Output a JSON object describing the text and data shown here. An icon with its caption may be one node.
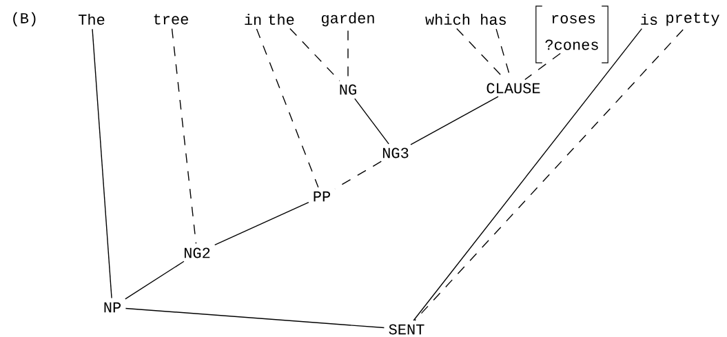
{
  "diagram": {
    "nodes": [
      {
        "text": [
          "The"
        ]
      },
      {
        "text": [
          "tree"
        ]
      },
      {
        "text": [
          "in"
        ]
      },
      {
        "text": [
          "the"
        ]
      },
      {
        "text": [
          "garden"
        ]
      },
      {
        "text": [
          "which"
        ]
      },
      {
        "text": [
          "has"
        ]
      },
      {
        "text": [],
        "shape": "bracket"
      },
      {
        "text": [
          "roses"
        ],
        "in": 7
      },
      {
        "text": [
          "?cones"
        ],
        "in": 7
      },
      {
        "text": [
          "is"
        ]
      },
      {
        "text": [
          "pretty"
        ]
      },
      {
        "text": [
          "NG"
        ]
      },
      {
        "text": [
          "CLAUSE"
        ]
      },
      {
        "text": [
          "NG3"
        ]
      },
      {
        "text": [
          "PP"
        ]
      },
      {
        "text": [
          "NG2"
        ]
      },
      {
        "text": [
          "NP"
        ]
      },
      {
        "text": [
          "SENT"
        ]
      }
    ],
    "edges": [
      {
        "from": 0,
        "to": 17,
        "arrow": "none"
      },
      {
        "from": 1,
        "to": 16,
        "arrow": "none",
        "style": "dashed"
      },
      {
        "from": 2,
        "to": 15,
        "arrow": "none",
        "style": "dashed"
      },
      {
        "from": 3,
        "to": 12,
        "arrow": "none",
        "style": "dashed"
      },
      {
        "from": 4,
        "to": 12,
        "arrow": "none",
        "style": "dashed"
      },
      {
        "from": 5,
        "to": 13,
        "arrow": "none",
        "style": "dashed"
      },
      {
        "from": 6,
        "to": 13,
        "arrow": "none",
        "style": "dashed"
      },
      {
        "from": 9,
        "to": 13,
        "arrow": "none",
        "style": "dashed"
      },
      {
        "from": 10,
        "to": 18,
        "arrow": "none"
      },
      {
        "from": 11,
        "to": 18,
        "arrow": "none",
        "style": "dashed"
      },
      {
        "from": 12,
        "to": 14,
        "arrow": "none"
      },
      {
        "from": 13,
        "to": 14,
        "arrow": "none"
      },
      {
        "from": 14,
        "to": 15,
        "arrow": "none",
        "style": "dashed"
      },
      {
        "from": 15,
        "to": 16,
        "arrow": "none"
      },
      {
        "from": 16,
        "to": 17,
        "arrow": "none"
      },
      {
        "from": 17,
        "to": 18,
        "arrow": "none"
      }
    ],
    "labels": [
      "(B)"
    ]
  }
}
